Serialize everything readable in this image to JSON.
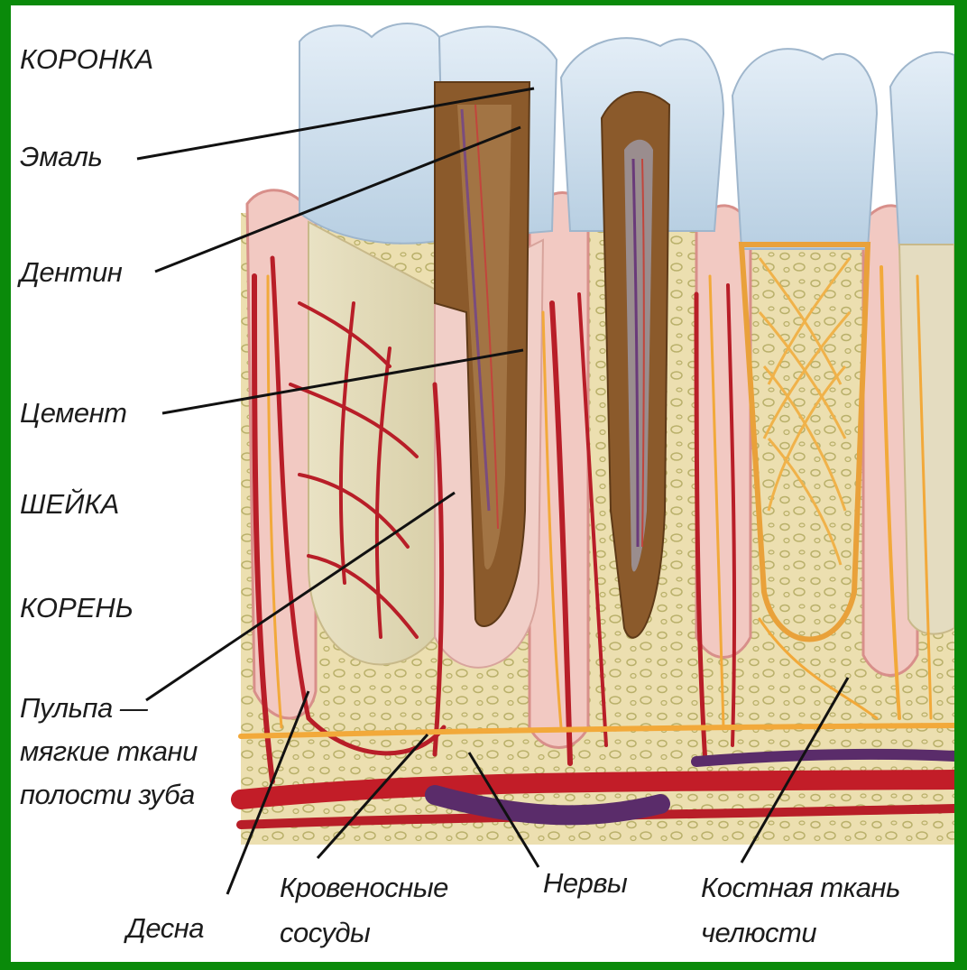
{
  "labels": {
    "crown": "КОРОНКА",
    "enamel": "Эмаль",
    "dentin": "Дентин",
    "cement": "Цемент",
    "neck": "ШЕЙКА",
    "root": "КОРЕНЬ",
    "pulp": [
      "Пульпа —",
      "мягкие ткани",
      "полости зуба"
    ],
    "gum": "Десна",
    "vessels": [
      "Кровеносные",
      "сосуды"
    ],
    "nerves": "Нервы",
    "bone": [
      "Костная ткань",
      "челюсти"
    ]
  },
  "colors": {
    "frame": "#0a8a0a",
    "enamel": "#cfe0ee",
    "dentin": "#8a5a2a",
    "gum": "#f0c4c0",
    "bone": "#eadcaa",
    "vessel": "#b81e28",
    "nerve": "#f2a93a",
    "vein": "#5a2c6a"
  }
}
